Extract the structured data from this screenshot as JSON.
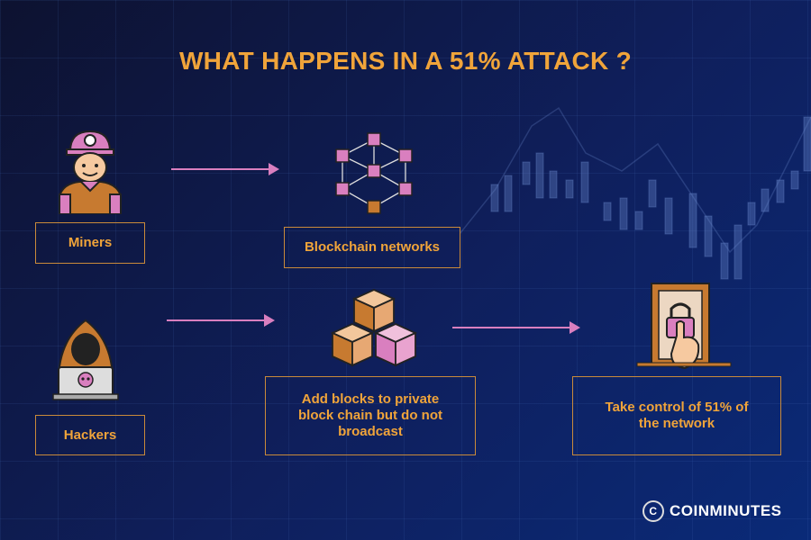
{
  "title": "WHAT HAPPENS IN A 51% ATTACK ?",
  "boxes": {
    "miners": "Miners",
    "blockchain": "Blockchain networks",
    "hackers": "Hackers",
    "add_blocks": "Add blocks to private block chain but do not broadcast",
    "take_control": "Take control of 51% of the network"
  },
  "brand": {
    "name": "COINMINUTES",
    "mark": "C"
  },
  "colors": {
    "accent": "#f0a43a",
    "arrow": "#d97fbf",
    "background": "#0f1f5c"
  }
}
